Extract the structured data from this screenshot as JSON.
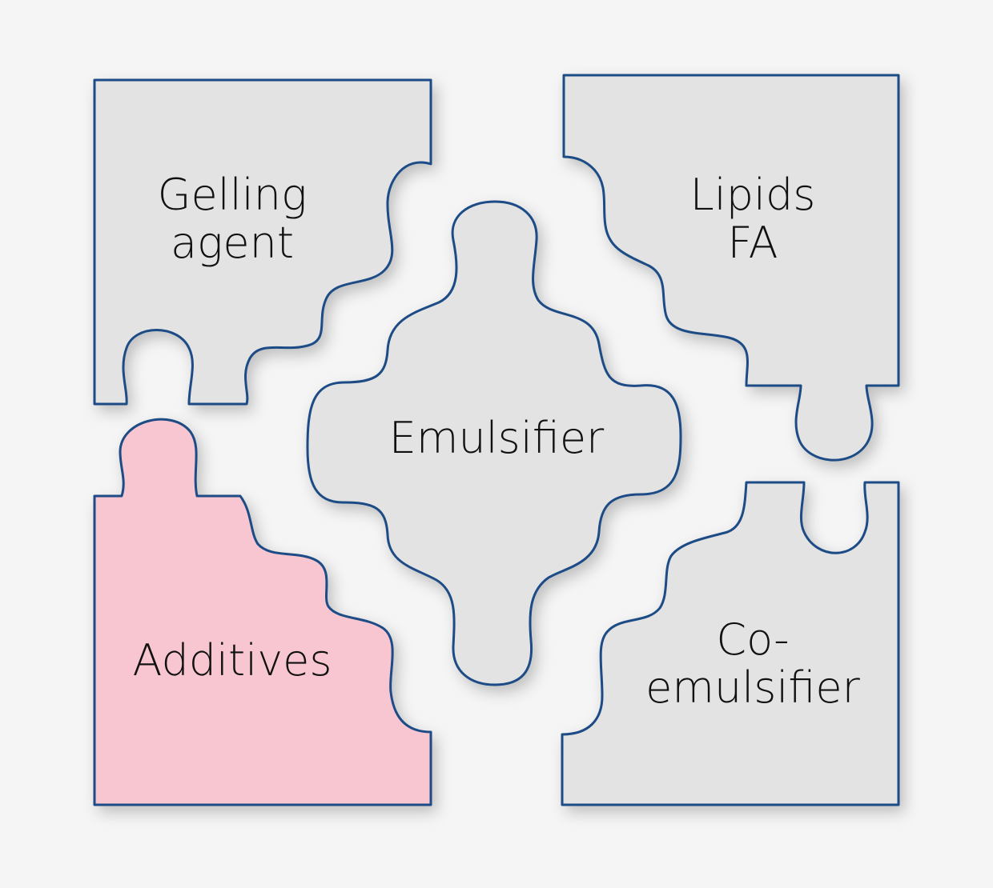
{
  "colors": {
    "background": "#f5f5f5",
    "outline": "#1f4b85",
    "grey_fill": "#e3e3e3",
    "pink_fill": "#f7c6d1",
    "text": "#111111"
  },
  "pieces": {
    "gelling_agent": {
      "line1": "Gelling",
      "line2": "agent"
    },
    "lipids_fa": {
      "line1": "Lipids",
      "line2": "FA"
    },
    "emulsifier": {
      "line1": "Emulsifier"
    },
    "additives": {
      "line1": "Additives"
    },
    "co_emulsifier": {
      "line1": "Co-",
      "line2": "emulsifier"
    }
  }
}
